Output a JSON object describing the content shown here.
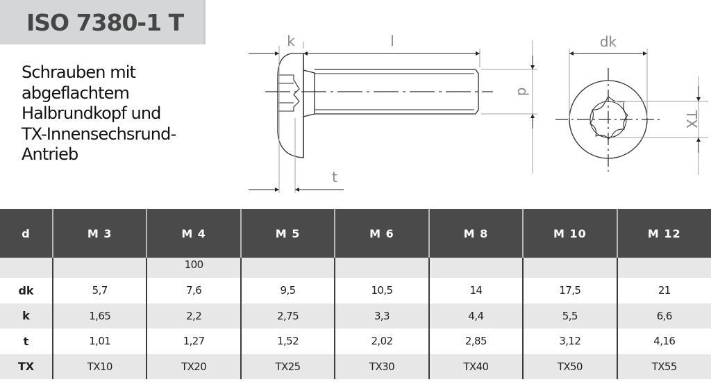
{
  "header": {
    "title": "ISO 7380-1 T",
    "description_lines": [
      "Schrauben mit",
      "abgeflachtem",
      "Halbrundkopf und",
      "TX-Innensechsrund-",
      "Antrieb"
    ]
  },
  "drawing": {
    "side_view_labels": {
      "k": "k",
      "l": "l",
      "t": "t",
      "d": "d"
    },
    "top_view_labels": {
      "dk": "dk",
      "tx": "TX"
    },
    "line_color": "#2a2a2a",
    "dim_color": "#9a9a9a"
  },
  "table": {
    "header_label": "d",
    "columns": [
      "M 3",
      "M 4",
      "M 5",
      "M 6",
      "M 8",
      "M 10",
      "M 12"
    ],
    "rows": [
      {
        "label": "",
        "values": [
          "",
          "100",
          "",
          "",
          "",
          "",
          ""
        ]
      },
      {
        "label": "dk",
        "values": [
          "5,7",
          "7,6",
          "9,5",
          "10,5",
          "14",
          "17,5",
          "21"
        ]
      },
      {
        "label": "k",
        "values": [
          "1,65",
          "2,2",
          "2,75",
          "3,3",
          "4,4",
          "5,5",
          "6,6"
        ]
      },
      {
        "label": "t",
        "values": [
          "1,01",
          "1,27",
          "1,52",
          "2,02",
          "2,85",
          "3,12",
          "4,16"
        ]
      },
      {
        "label": "TX",
        "values": [
          "TX10",
          "TX20",
          "TX25",
          "TX30",
          "TX40",
          "TX50",
          "TX55"
        ]
      }
    ],
    "colors": {
      "header_bg": "#4a4a4b",
      "shaded_row_bg": "#e7e7e8",
      "plain_row_bg": "#ffffff"
    }
  }
}
